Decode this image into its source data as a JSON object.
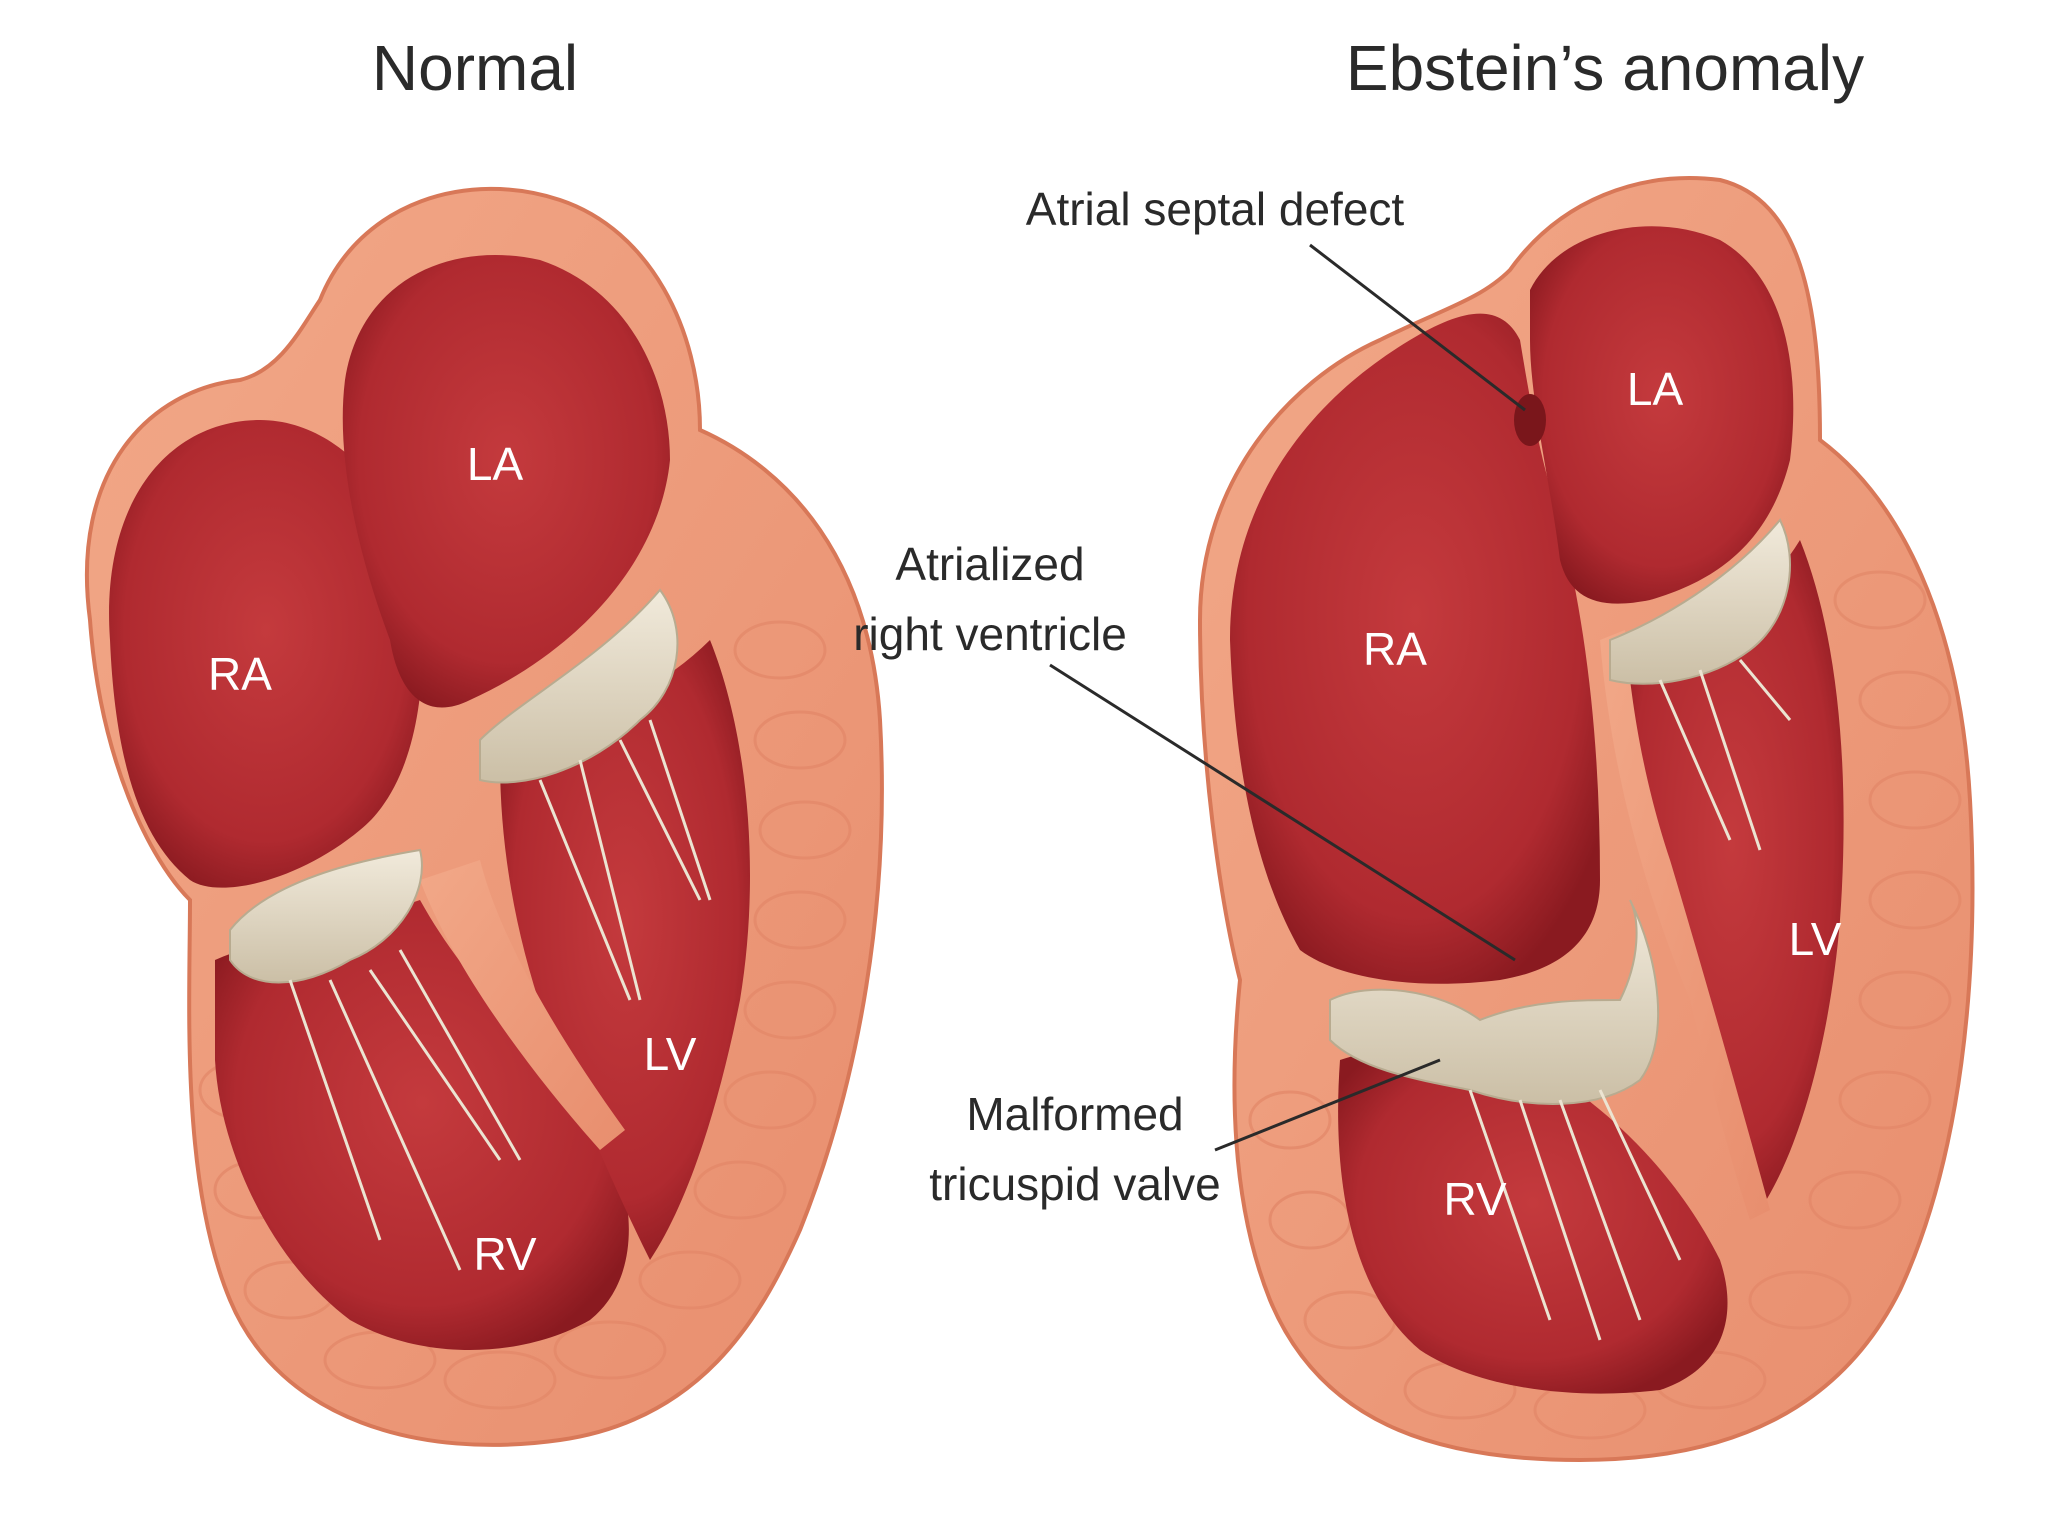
{
  "titles": {
    "normal": "Normal",
    "ebstein": "Ebstein’s anomaly"
  },
  "normal_heart": {
    "ra": "RA",
    "la": "LA",
    "rv": "RV",
    "lv": "LV"
  },
  "ebstein_heart": {
    "ra": "RA",
    "la": "LA",
    "rv": "RV",
    "lv": "LV"
  },
  "callouts": {
    "atrial_septal_defect": "Atrial septal defect",
    "atrialized_rv": [
      "Atrialized",
      "right ventricle"
    ],
    "malformed_valve": [
      "Malformed",
      "tricuspid valve"
    ]
  },
  "colors": {
    "wall": "#ee9a7c",
    "wall_edge": "#e07d5e",
    "chamber": "#b72e33",
    "chamber_dark": "#8e1d22",
    "valve": "#e4dccb",
    "chordae": "#ece4d2"
  }
}
